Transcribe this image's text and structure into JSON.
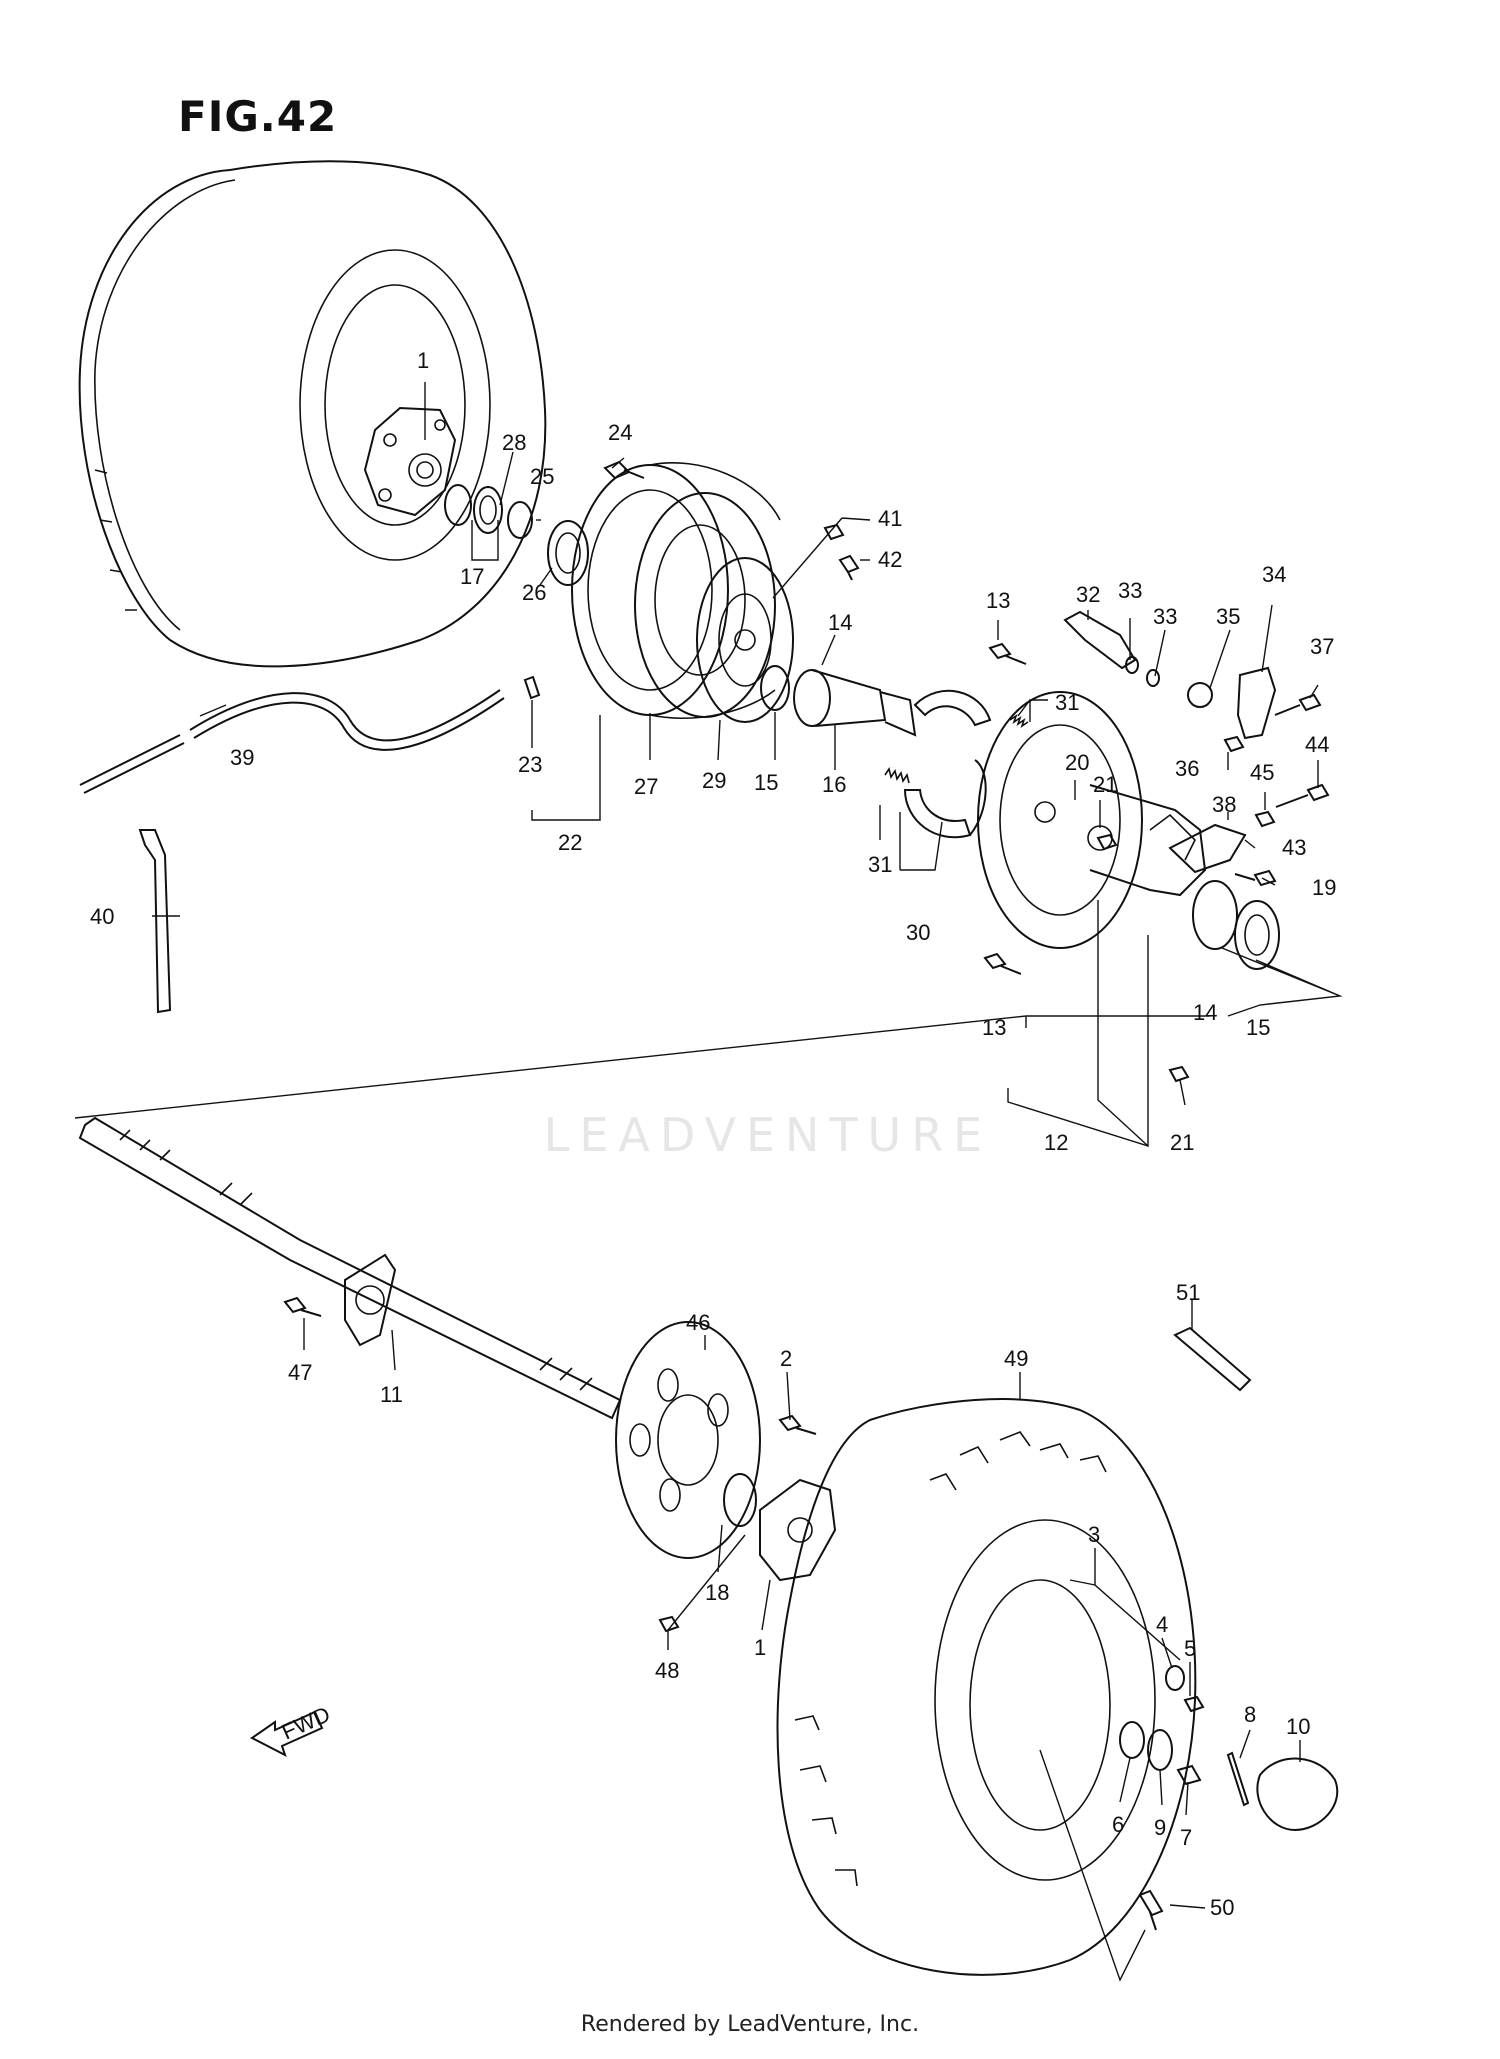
{
  "figure": {
    "title": "FIG.42"
  },
  "watermark": {
    "text": "LEADVENTURE"
  },
  "fwd_label": "FWD",
  "footer": {
    "text": "Rendered by LeadVenture, Inc."
  },
  "callouts": [
    {
      "id": "c1a",
      "label": "1"
    },
    {
      "id": "c28",
      "label": "28"
    },
    {
      "id": "c25",
      "label": "25"
    },
    {
      "id": "c17",
      "label": "17"
    },
    {
      "id": "c26",
      "label": "26"
    },
    {
      "id": "c24",
      "label": "24"
    },
    {
      "id": "c41",
      "label": "41"
    },
    {
      "id": "c42",
      "label": "42"
    },
    {
      "id": "c13a",
      "label": "13"
    },
    {
      "id": "c32",
      "label": "32"
    },
    {
      "id": "c33a",
      "label": "33"
    },
    {
      "id": "c33b",
      "label": "33"
    },
    {
      "id": "c35",
      "label": "35"
    },
    {
      "id": "c34",
      "label": "34"
    },
    {
      "id": "c37",
      "label": "37"
    },
    {
      "id": "c14a",
      "label": "14"
    },
    {
      "id": "c31a",
      "label": "31"
    },
    {
      "id": "c39",
      "label": "39"
    },
    {
      "id": "c23",
      "label": "23"
    },
    {
      "id": "c22",
      "label": "22"
    },
    {
      "id": "c27",
      "label": "27"
    },
    {
      "id": "c29",
      "label": "29"
    },
    {
      "id": "c15a",
      "label": "15"
    },
    {
      "id": "c16",
      "label": "16"
    },
    {
      "id": "c36",
      "label": "36"
    },
    {
      "id": "c44",
      "label": "44"
    },
    {
      "id": "c20",
      "label": "20"
    },
    {
      "id": "c21a",
      "label": "21"
    },
    {
      "id": "c45",
      "label": "45"
    },
    {
      "id": "c38",
      "label": "38"
    },
    {
      "id": "c31b",
      "label": "31"
    },
    {
      "id": "c43",
      "label": "43"
    },
    {
      "id": "c40",
      "label": "40"
    },
    {
      "id": "c19",
      "label": "19"
    },
    {
      "id": "c30",
      "label": "30"
    },
    {
      "id": "c13b",
      "label": "13"
    },
    {
      "id": "c14b",
      "label": "14"
    },
    {
      "id": "c15b",
      "label": "15"
    },
    {
      "id": "c12",
      "label": "12"
    },
    {
      "id": "c21b",
      "label": "21"
    },
    {
      "id": "c51",
      "label": "51"
    },
    {
      "id": "c46",
      "label": "46"
    },
    {
      "id": "c47",
      "label": "47"
    },
    {
      "id": "c11",
      "label": "11"
    },
    {
      "id": "c2",
      "label": "2"
    },
    {
      "id": "c49",
      "label": "49"
    },
    {
      "id": "c18",
      "label": "18"
    },
    {
      "id": "c1b",
      "label": "1"
    },
    {
      "id": "c3",
      "label": "3"
    },
    {
      "id": "c4",
      "label": "4"
    },
    {
      "id": "c5",
      "label": "5"
    },
    {
      "id": "c48",
      "label": "48"
    },
    {
      "id": "c8",
      "label": "8"
    },
    {
      "id": "c10",
      "label": "10"
    },
    {
      "id": "c6",
      "label": "6"
    },
    {
      "id": "c9",
      "label": "9"
    },
    {
      "id": "c7",
      "label": "7"
    },
    {
      "id": "c50",
      "label": "50"
    }
  ]
}
